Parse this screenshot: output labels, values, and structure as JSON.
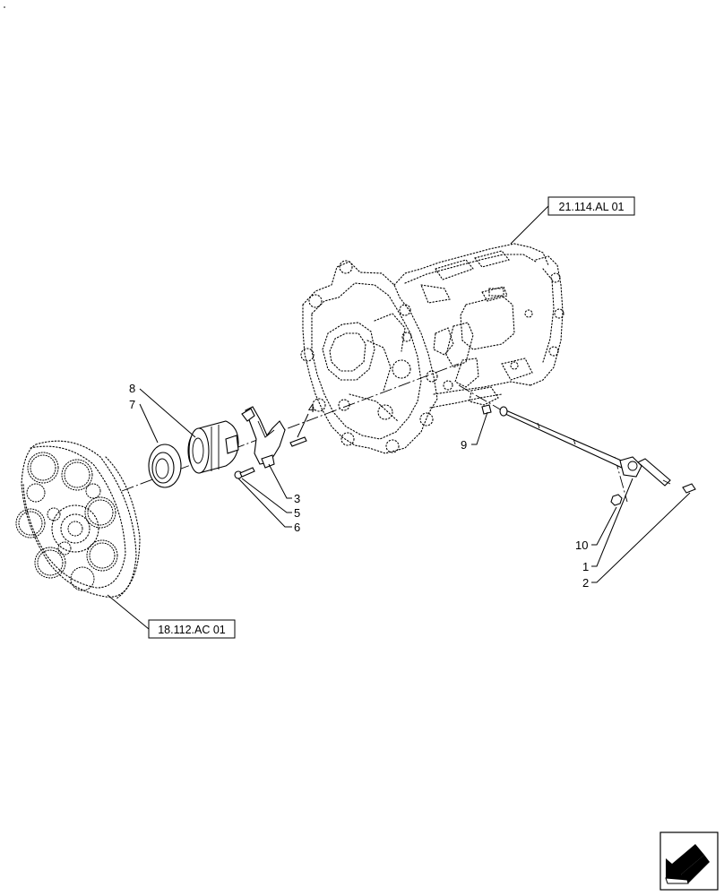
{
  "references": {
    "upper": "21.114.AL 01",
    "lower": "18.112.AC 01"
  },
  "callouts": {
    "c1": "1",
    "c2": "2",
    "c3": "3",
    "c4": "4",
    "c5": "5",
    "c6": "6",
    "c7": "7",
    "c8": "8",
    "c9": "9",
    "c10": "10"
  },
  "icons": {
    "orientation": "arrow-in-box-icon",
    "housing": "transmission-housing-icon",
    "flywheel": "flywheel-gear-icon"
  }
}
